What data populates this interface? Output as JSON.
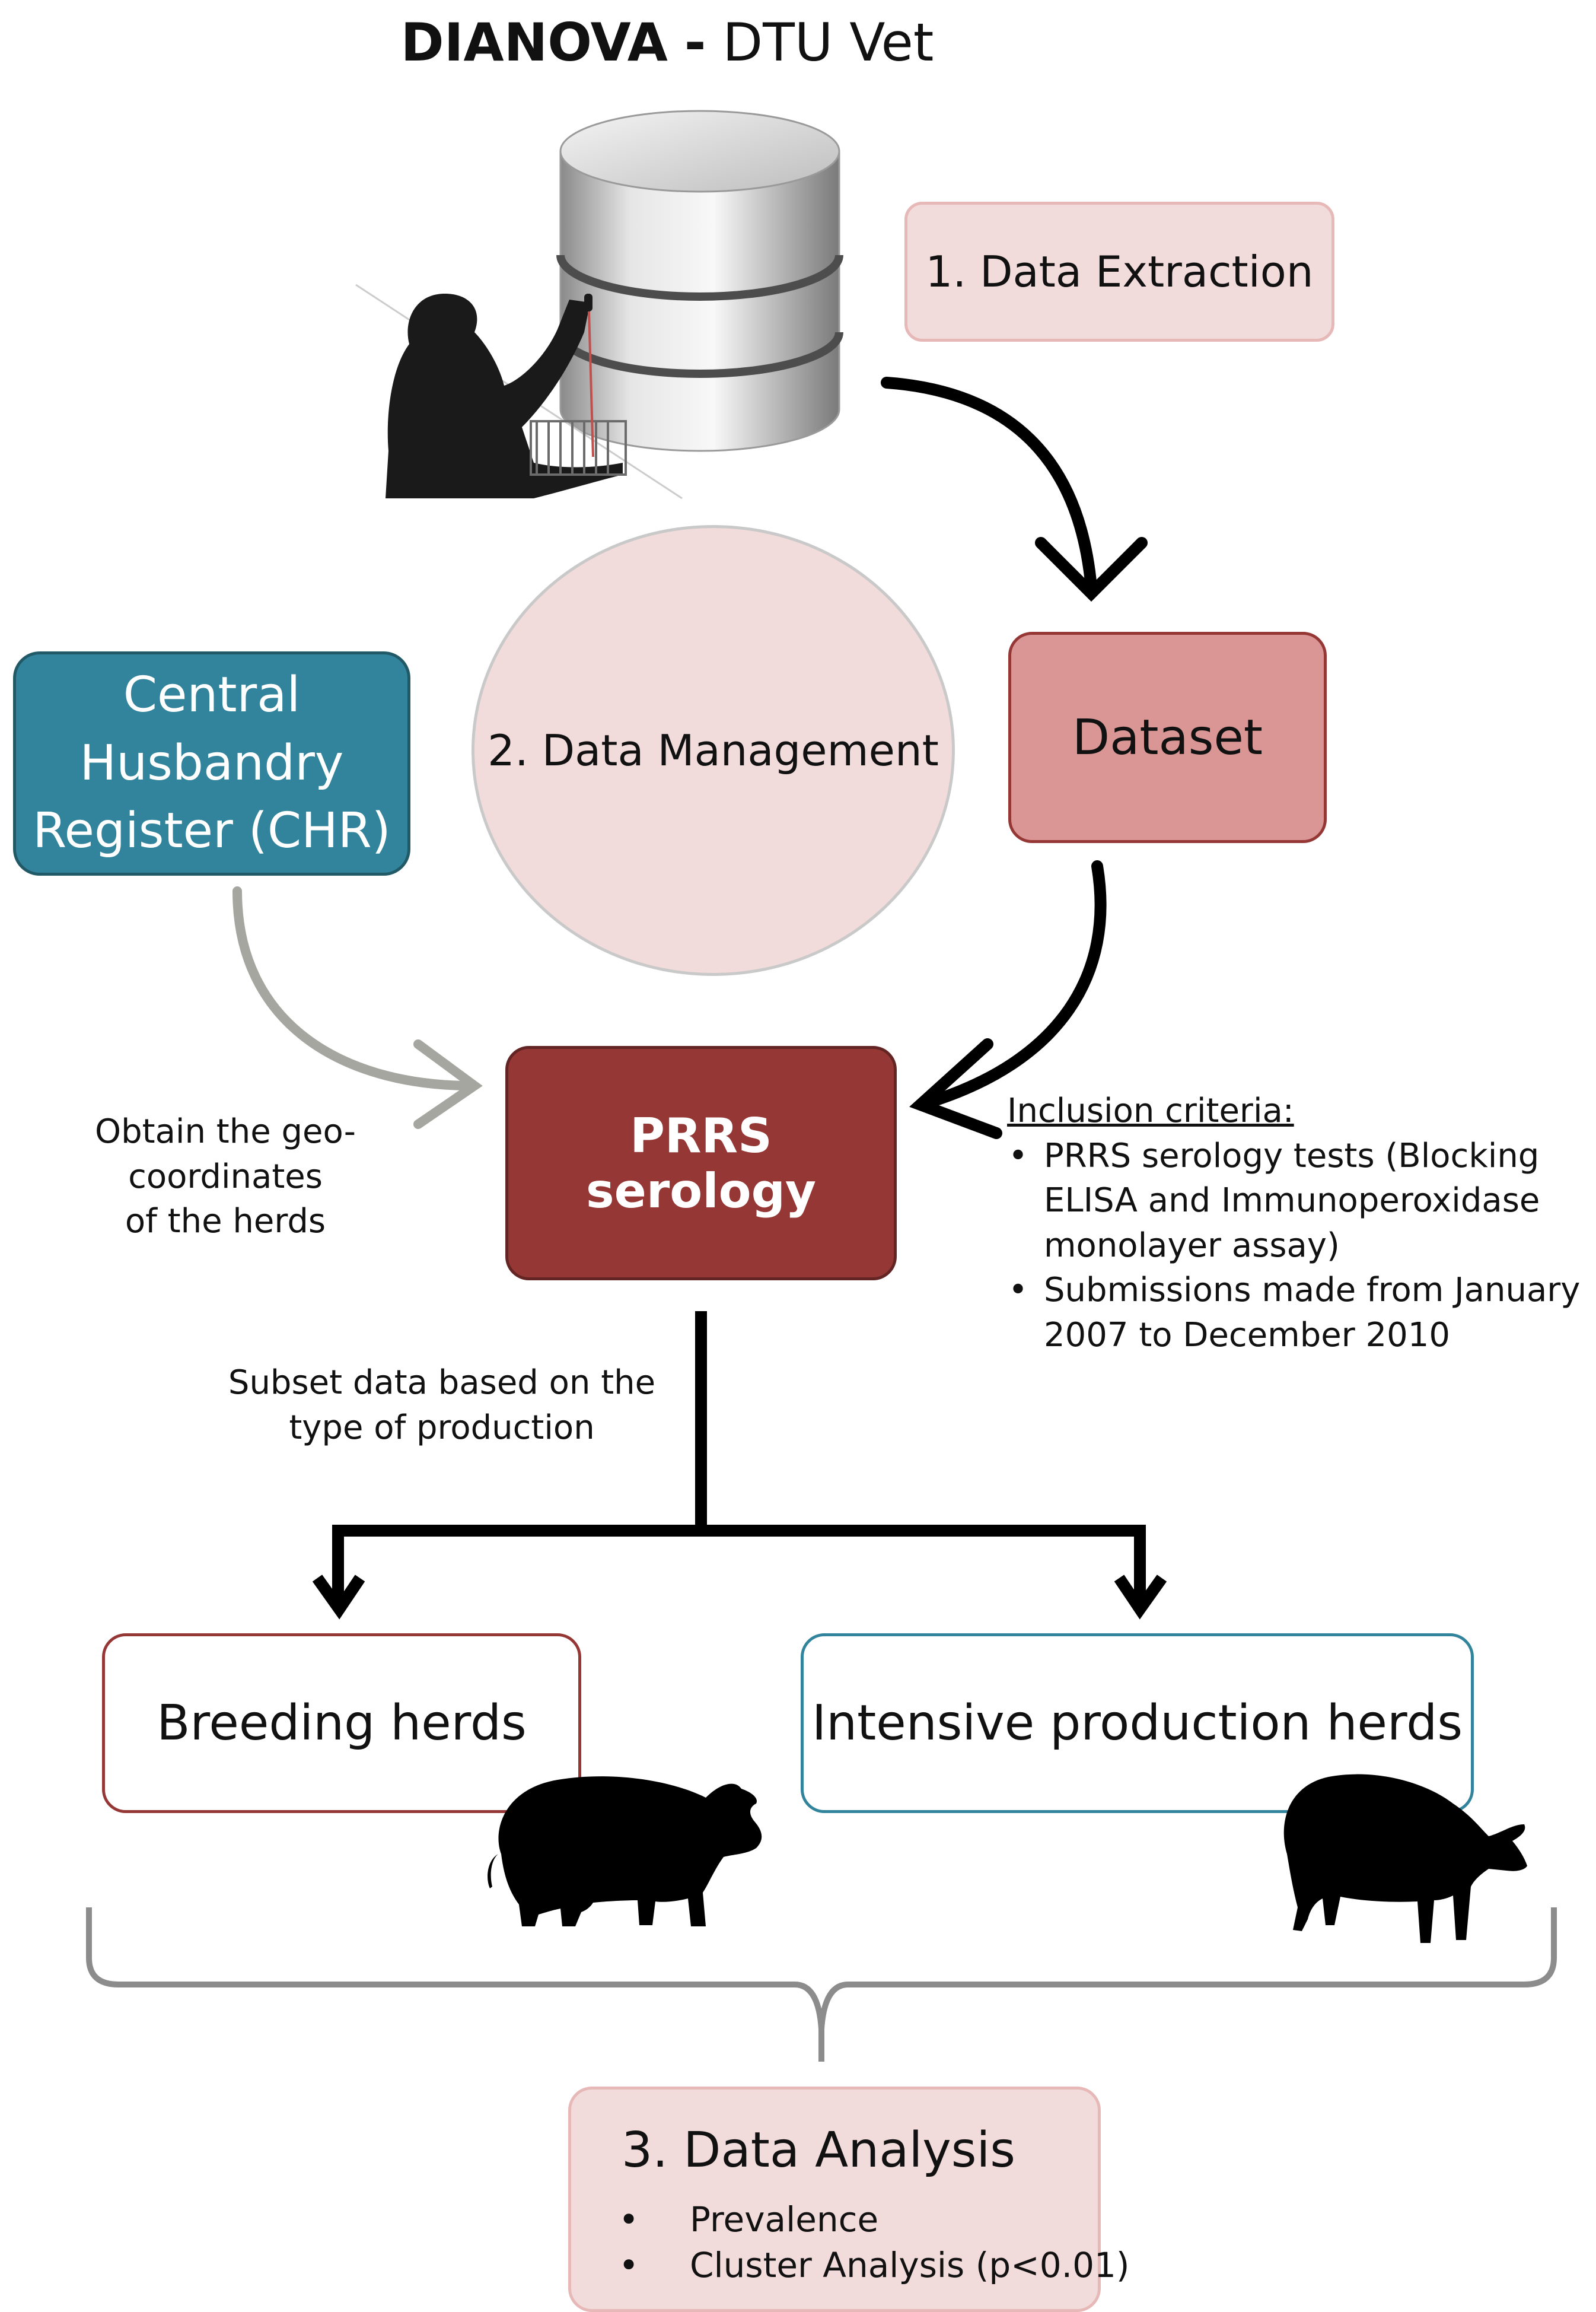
{
  "header": {
    "brand": "DIANOVA",
    "separator": "-",
    "institute": "DTU Vet"
  },
  "steps": {
    "extraction": "1. Data Extraction",
    "management": "2. Data Management",
    "analysis_title": "3. Data Analysis",
    "analysis_items": [
      "Prevalence",
      "Cluster Analysis  (p<0.01)"
    ]
  },
  "nodes": {
    "dataset": "Dataset",
    "chr_lines": [
      "Central",
      "Husbandry",
      "Register (CHR)"
    ],
    "prrs": "PRRS serology",
    "breeding": "Breeding herds",
    "intensive": "Intensive production herds"
  },
  "notes": {
    "geo_lines": [
      "Obtain the geo-coordinates",
      "of the herds"
    ],
    "subset_lines": [
      "Subset data based on the",
      "type of production"
    ],
    "inclusion_title": "Inclusion criteria:",
    "inclusion_items": [
      "PRRS serology tests  (Blocking ELISA and Immunoperoxidase monolayer assay)",
      "Submissions made from January 2007 to December 2010"
    ]
  },
  "colors": {
    "pink_light": "#f2dcdb",
    "pink_mid": "#d99694",
    "dark_red": "#953735",
    "teal": "#31849b",
    "grey_arrow": "#a6a6a0",
    "black": "#000000"
  },
  "icons": {
    "database": "database-cylinder-icon",
    "scientist": "scientist-silhouette-icon",
    "breeding_pig": "sow-silhouette-icon",
    "production_pig": "pig-silhouette-icon"
  }
}
